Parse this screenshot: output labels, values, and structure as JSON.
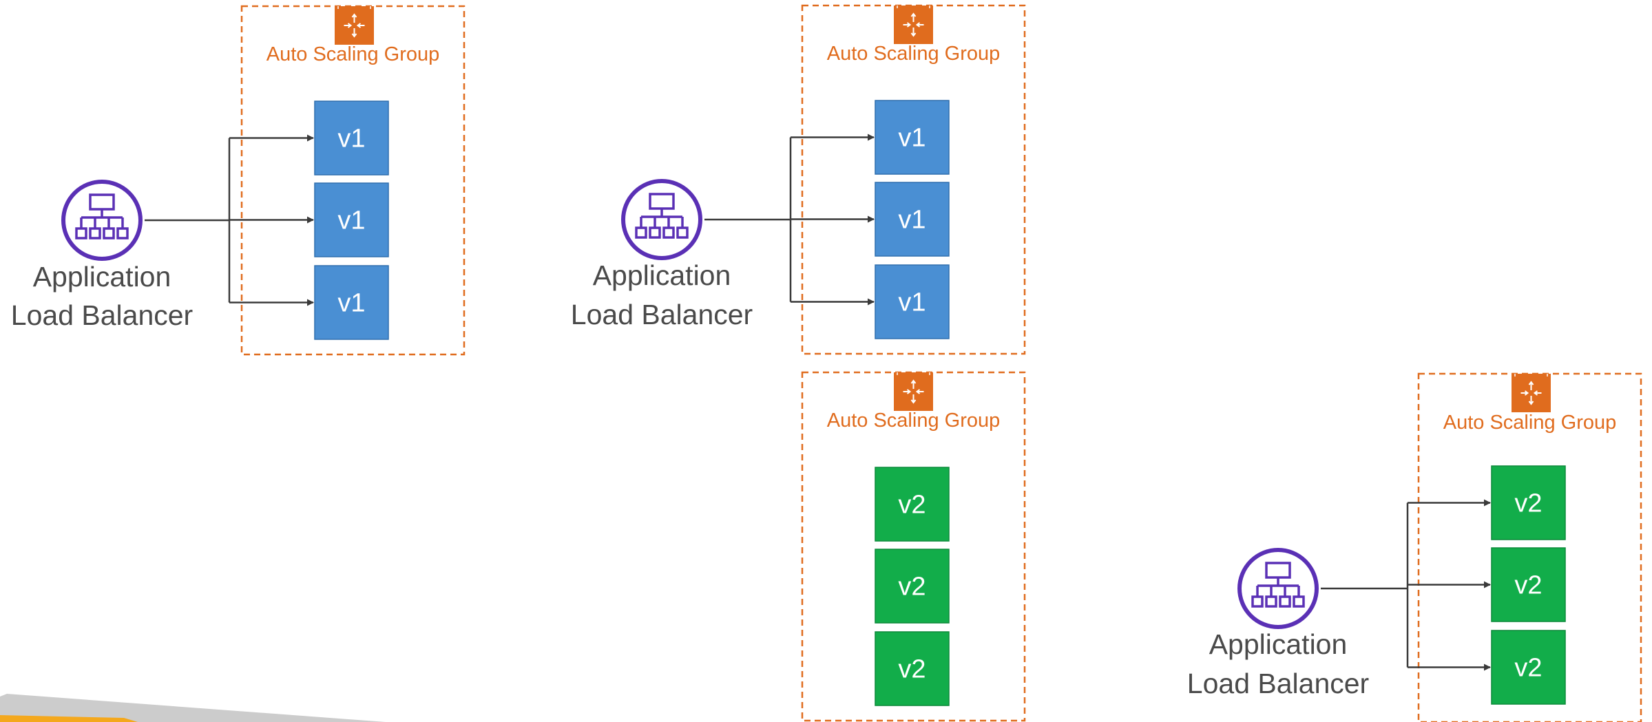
{
  "colors": {
    "asg_orange": "#E06C1E",
    "alb_purple": "#5A30B5",
    "v1_blue": "#4A8FD3",
    "v2_green": "#12AD4A",
    "text_gray": "#4A4A4A",
    "arrow": "#3A3A3A",
    "footer_gray": "#CCCCCC",
    "footer_orange": "#F4A81D"
  },
  "icons": {
    "asg": "auto-scaling-group-icon",
    "alb": "application-load-balancer-icon"
  },
  "stages": [
    {
      "alb": {
        "lines": [
          "Application",
          "Load Balancer"
        ]
      },
      "groups": [
        {
          "label": "Auto Scaling Group",
          "instances": [
            "v1",
            "v1",
            "v1"
          ],
          "routed": true
        }
      ]
    },
    {
      "alb": {
        "lines": [
          "Application",
          "Load Balancer"
        ]
      },
      "groups": [
        {
          "label": "Auto Scaling Group",
          "instances": [
            "v1",
            "v1",
            "v1"
          ],
          "routed": true
        },
        {
          "label": "Auto Scaling Group",
          "instances": [
            "v2",
            "v2",
            "v2"
          ],
          "routed": false
        }
      ]
    },
    {
      "alb": {
        "lines": [
          "Application",
          "Load Balancer"
        ]
      },
      "groups": [
        {
          "label": "Auto Scaling Group",
          "instances": [
            "v2",
            "v2",
            "v2"
          ],
          "routed": true
        }
      ]
    }
  ]
}
